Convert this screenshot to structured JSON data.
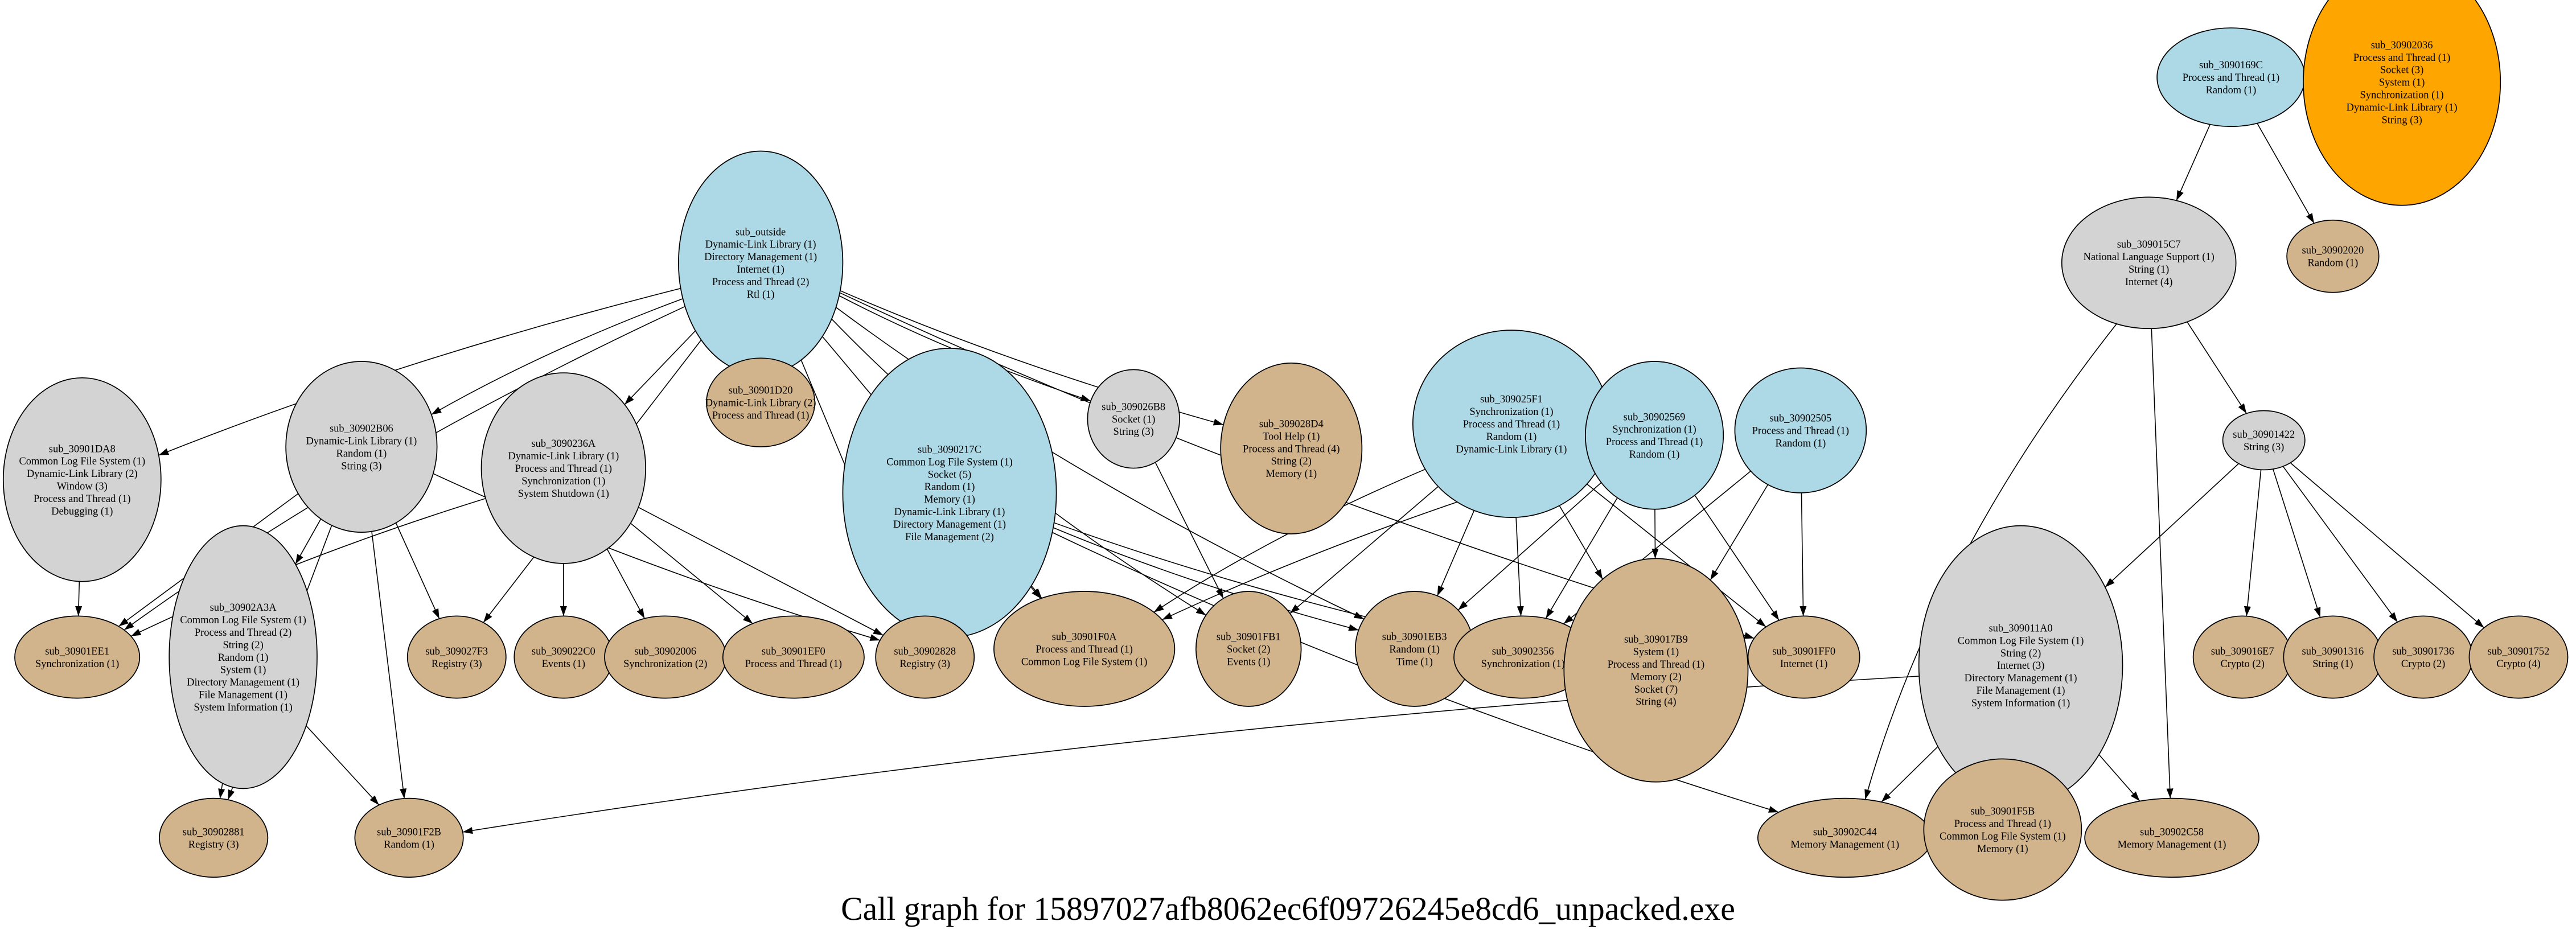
{
  "title": "Call graph for 15897027afb8062ec6f09726245e8cd6_unpacked.exe",
  "colors": {
    "blue": "#add8e6",
    "gray": "#d3d3d3",
    "tan": "#d2b48c",
    "orange": "#ffa500"
  },
  "nodes": [
    {
      "id": "sub_outside",
      "color": "blue",
      "lines": [
        "sub_outside",
        "Dynamic-Link Library (1)",
        "Directory Management (1)",
        "Internet (1)",
        "Process and Thread (2)",
        "Rtl (1)"
      ]
    },
    {
      "id": "sub_30901DA8",
      "color": "gray",
      "lines": [
        "sub_30901DA8",
        "Common Log File System (1)",
        "Dynamic-Link Library (2)",
        "Window (3)",
        "Process and Thread (1)",
        "Debugging (1)"
      ]
    },
    {
      "id": "sub_30902B06",
      "color": "gray",
      "lines": [
        "sub_30902B06",
        "Dynamic-Link Library (1)",
        "Random (1)",
        "String (3)"
      ]
    },
    {
      "id": "sub_3090236A",
      "color": "gray",
      "lines": [
        "sub_3090236A",
        "Dynamic-Link Library (1)",
        "Process and Thread (1)",
        "Synchronization (1)",
        "System Shutdown (1)"
      ]
    },
    {
      "id": "sub_30901D20",
      "color": "tan",
      "lines": [
        "sub_30901D20",
        "Dynamic-Link Library (2)",
        "Process and Thread (1)"
      ]
    },
    {
      "id": "sub_3090217C",
      "color": "blue",
      "lines": [
        "sub_3090217C",
        "Common Log File System (1)",
        "Socket (5)",
        "Random (1)",
        "Memory (1)",
        "Dynamic-Link Library (1)",
        "Directory Management (1)",
        "File Management (2)"
      ]
    },
    {
      "id": "sub_309026B8",
      "color": "gray",
      "lines": [
        "sub_309026B8",
        "Socket (1)",
        "String (3)"
      ]
    },
    {
      "id": "sub_309028D4",
      "color": "tan",
      "lines": [
        "sub_309028D4",
        "Tool Help (1)",
        "Process and Thread (4)",
        "String (2)",
        "Memory (1)"
      ]
    },
    {
      "id": "sub_309025F1",
      "color": "blue",
      "lines": [
        "sub_309025F1",
        "Synchronization (1)",
        "Process and Thread (1)",
        "Random (1)",
        "Dynamic-Link Library (1)"
      ]
    },
    {
      "id": "sub_30902569",
      "color": "blue",
      "lines": [
        "sub_30902569",
        "Synchronization (1)",
        "Process and Thread (1)",
        "Random (1)"
      ]
    },
    {
      "id": "sub_30902505",
      "color": "blue",
      "lines": [
        "sub_30902505",
        "Process and Thread (1)",
        "Random (1)"
      ]
    },
    {
      "id": "sub_3090169C",
      "color": "blue",
      "lines": [
        "sub_3090169C",
        "Process and Thread (1)",
        "Random (1)"
      ]
    },
    {
      "id": "sub_30902036",
      "color": "orange",
      "lines": [
        "sub_30902036",
        "Process and Thread (1)",
        "Socket (3)",
        "System (1)",
        "Synchronization (1)",
        "Dynamic-Link Library (1)",
        "String (3)"
      ]
    },
    {
      "id": "sub_309015C7",
      "color": "gray",
      "lines": [
        "sub_309015C7",
        "National Language Support (1)",
        "String (1)",
        "Internet (4)"
      ]
    },
    {
      "id": "sub_30902020",
      "color": "tan",
      "lines": [
        "sub_30902020",
        "Random (1)"
      ]
    },
    {
      "id": "sub_30901422",
      "color": "gray",
      "lines": [
        "sub_30901422",
        "String (3)"
      ]
    },
    {
      "id": "sub_30901EE1",
      "color": "tan",
      "lines": [
        "sub_30901EE1",
        "Synchronization (1)"
      ]
    },
    {
      "id": "sub_30902A3A",
      "color": "gray",
      "lines": [
        "sub_30902A3A",
        "Common Log File System (1)",
        "Process and Thread (2)",
        "String (2)",
        "Random (1)",
        "System (1)",
        "Directory Management (1)",
        "File Management (1)",
        "System Information (1)"
      ]
    },
    {
      "id": "sub_309027F3",
      "color": "tan",
      "lines": [
        "sub_309027F3",
        "Registry (3)"
      ]
    },
    {
      "id": "sub_309022C0",
      "color": "tan",
      "lines": [
        "sub_309022C0",
        "Events (1)"
      ]
    },
    {
      "id": "sub_30902006",
      "color": "tan",
      "lines": [
        "sub_30902006",
        "Synchronization (2)"
      ]
    },
    {
      "id": "sub_30901EF0",
      "color": "tan",
      "lines": [
        "sub_30901EF0",
        "Process and Thread (1)"
      ]
    },
    {
      "id": "sub_30902828",
      "color": "tan",
      "lines": [
        "sub_30902828",
        "Registry (3)"
      ]
    },
    {
      "id": "sub_30901F0A",
      "color": "tan",
      "lines": [
        "sub_30901F0A",
        "Process and Thread (1)",
        "Common Log File System (1)"
      ]
    },
    {
      "id": "sub_30901FB1",
      "color": "tan",
      "lines": [
        "sub_30901FB1",
        "Socket (2)",
        "Events (1)"
      ]
    },
    {
      "id": "sub_30901EB3",
      "color": "tan",
      "lines": [
        "sub_30901EB3",
        "Random (1)",
        "Time (1)"
      ]
    },
    {
      "id": "sub_30902356",
      "color": "tan",
      "lines": [
        "sub_30902356",
        "Synchronization (1)"
      ]
    },
    {
      "id": "sub_309017B9",
      "color": "tan",
      "lines": [
        "sub_309017B9",
        "System (1)",
        "Process and Thread (1)",
        "Memory (2)",
        "Socket (7)",
        "String (4)"
      ]
    },
    {
      "id": "sub_30901FF0",
      "color": "tan",
      "lines": [
        "sub_30901FF0",
        "Internet (1)"
      ]
    },
    {
      "id": "sub_309011A0",
      "color": "gray",
      "lines": [
        "sub_309011A0",
        "Common Log File System (1)",
        "String (2)",
        "Internet (3)",
        "Directory Management (1)",
        "File Management (1)",
        "System Information (1)"
      ]
    },
    {
      "id": "sub_309016E7",
      "color": "tan",
      "lines": [
        "sub_309016E7",
        "Crypto (2)"
      ]
    },
    {
      "id": "sub_30901316",
      "color": "tan",
      "lines": [
        "sub_30901316",
        "String (1)"
      ]
    },
    {
      "id": "sub_30901736",
      "color": "tan",
      "lines": [
        "sub_30901736",
        "Crypto (2)"
      ]
    },
    {
      "id": "sub_30901752",
      "color": "tan",
      "lines": [
        "sub_30901752",
        "Crypto (4)"
      ]
    },
    {
      "id": "sub_30902881",
      "color": "tan",
      "lines": [
        "sub_30902881",
        "Registry (3)"
      ]
    },
    {
      "id": "sub_30901F2B",
      "color": "tan",
      "lines": [
        "sub_30901F2B",
        "Random (1)"
      ]
    },
    {
      "id": "sub_30902C44",
      "color": "tan",
      "lines": [
        "sub_30902C44",
        "Memory Management (1)"
      ]
    },
    {
      "id": "sub_30901F5B",
      "color": "tan",
      "lines": [
        "sub_30901F5B",
        "Process and Thread (1)",
        "Common Log File System (1)",
        "Memory (1)"
      ]
    },
    {
      "id": "sub_30902C58",
      "color": "tan",
      "lines": [
        "sub_30902C58",
        "Memory Management (1)"
      ]
    }
  ],
  "edges": [
    [
      "sub_outside",
      "sub_30901DA8"
    ],
    [
      "sub_outside",
      "sub_30901EE1"
    ],
    [
      "sub_outside",
      "sub_30902B06"
    ],
    [
      "sub_outside",
      "sub_309027F3"
    ],
    [
      "sub_outside",
      "sub_3090236A"
    ],
    [
      "sub_outside",
      "sub_30902828"
    ],
    [
      "sub_outside",
      "sub_30901D20"
    ],
    [
      "sub_outside",
      "sub_30901F0A"
    ],
    [
      "sub_outside",
      "sub_30901FB1"
    ],
    [
      "sub_outside",
      "sub_309026B8"
    ],
    [
      "sub_outside",
      "sub_309028D4"
    ],
    [
      "sub_outside",
      "sub_30901EB3"
    ],
    [
      "sub_outside",
      "sub_30901FF0"
    ],
    [
      "sub_30901DA8",
      "sub_30901EE1"
    ],
    [
      "sub_30902B06",
      "sub_30901EE1"
    ],
    [
      "sub_30902B06",
      "sub_30902881"
    ],
    [
      "sub_30902B06",
      "sub_30902A3A"
    ],
    [
      "sub_30902B06",
      "sub_309027F3"
    ],
    [
      "sub_30902B06",
      "sub_30901F2B"
    ],
    [
      "sub_30902B06",
      "sub_30902828"
    ],
    [
      "sub_3090236A",
      "sub_30901EE1"
    ],
    [
      "sub_3090236A",
      "sub_309022C0"
    ],
    [
      "sub_3090236A",
      "sub_30902006"
    ],
    [
      "sub_3090236A",
      "sub_30901EF0"
    ],
    [
      "sub_3090236A",
      "sub_30902828"
    ],
    [
      "sub_30902A3A",
      "sub_30902881"
    ],
    [
      "sub_30902A3A",
      "sub_30901F2B"
    ],
    [
      "sub_3090217C",
      "sub_30902828"
    ],
    [
      "sub_3090217C",
      "sub_30901F0A"
    ],
    [
      "sub_3090217C",
      "sub_30901EB3"
    ],
    [
      "sub_3090217C",
      "sub_30902356"
    ],
    [
      "sub_3090217C",
      "sub_30902C44"
    ],
    [
      "sub_309026B8",
      "sub_30901FB1"
    ],
    [
      "sub_309025F1",
      "sub_30901F0A"
    ],
    [
      "sub_309025F1",
      "sub_30901FB1"
    ],
    [
      "sub_309025F1",
      "sub_30901EB3"
    ],
    [
      "sub_309025F1",
      "sub_30902356"
    ],
    [
      "sub_309025F1",
      "sub_309017B9"
    ],
    [
      "sub_309025F1",
      "sub_30901FF0"
    ],
    [
      "sub_30902569",
      "sub_30901F0A"
    ],
    [
      "sub_30902569",
      "sub_30901EB3"
    ],
    [
      "sub_30902569",
      "sub_30902356"
    ],
    [
      "sub_30902569",
      "sub_309017B9"
    ],
    [
      "sub_30902569",
      "sub_30901FF0"
    ],
    [
      "sub_30902505",
      "sub_30902356"
    ],
    [
      "sub_30902505",
      "sub_309017B9"
    ],
    [
      "sub_30902505",
      "sub_30901FF0"
    ],
    [
      "sub_3090169C",
      "sub_309015C7"
    ],
    [
      "sub_3090169C",
      "sub_30902020"
    ],
    [
      "sub_309015C7",
      "sub_30902C44"
    ],
    [
      "sub_309015C7",
      "sub_30902C58"
    ],
    [
      "sub_309015C7",
      "sub_30901422"
    ],
    [
      "sub_30901422",
      "sub_309011A0"
    ],
    [
      "sub_30901422",
      "sub_309016E7"
    ],
    [
      "sub_30901422",
      "sub_30901316"
    ],
    [
      "sub_30901422",
      "sub_30901736"
    ],
    [
      "sub_30901422",
      "sub_30901752"
    ],
    [
      "sub_309011A0",
      "sub_30901F2B"
    ],
    [
      "sub_309011A0",
      "sub_30902C44"
    ],
    [
      "sub_309011A0",
      "sub_30901F5B"
    ],
    [
      "sub_309011A0",
      "sub_30902C58"
    ]
  ]
}
